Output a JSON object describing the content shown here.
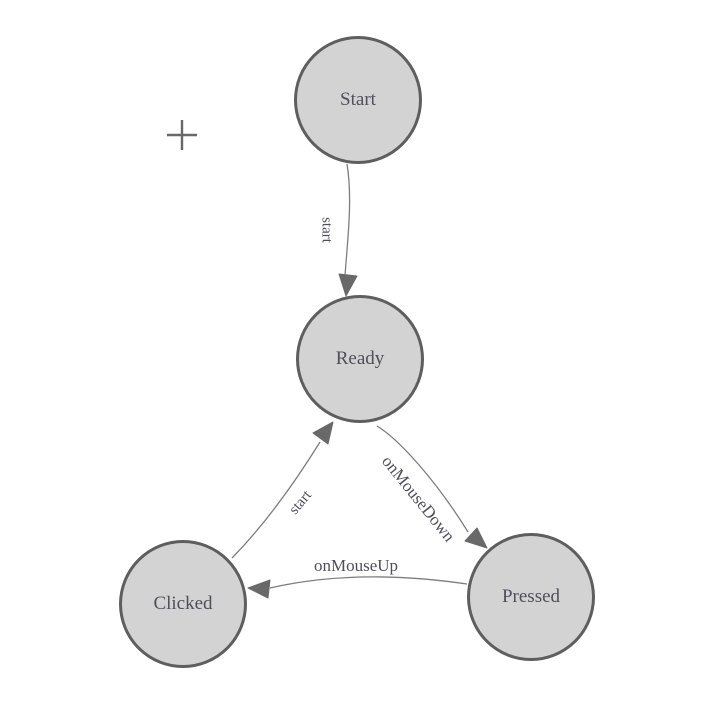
{
  "colors": {
    "node_fill": "#d3d3d3",
    "node_border": "#5e5e5e",
    "edge_line": "#7d7d7d",
    "arrow_fill": "#696969",
    "label_text": "#4f4f5a",
    "plus_color": "#686868"
  },
  "icons": {
    "plus": "plus-crosshair"
  },
  "nodes": [
    {
      "id": "start",
      "label": "Start"
    },
    {
      "id": "ready",
      "label": "Ready"
    },
    {
      "id": "clicked",
      "label": "Clicked"
    },
    {
      "id": "pressed",
      "label": "Pressed"
    }
  ],
  "edges": [
    {
      "id": "start-to-ready",
      "label": "start",
      "from": "Start",
      "to": "Ready"
    },
    {
      "id": "ready-to-pressed",
      "label": "onMouseDown",
      "from": "Ready",
      "to": "Pressed"
    },
    {
      "id": "clicked-to-ready",
      "label": "start",
      "from": "Clicked",
      "to": "Ready"
    },
    {
      "id": "pressed-to-clicked",
      "label": "onMouseUp",
      "from": "Pressed",
      "to": "Clicked"
    }
  ]
}
